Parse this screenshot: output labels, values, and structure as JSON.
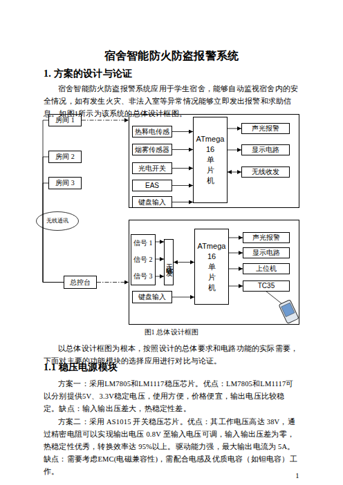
{
  "diagram": {
    "title": "宿舍智能防火防盗报警系统",
    "caption": "图1 总体设计框图",
    "nodes": [
      {
        "text": [
          "房间 1"
        ]
      },
      {
        "text": [
          "房间 2"
        ]
      },
      {
        "text": [
          "房间 3"
        ]
      },
      {
        "text": []
      },
      {
        "text": [
          "热释电传感"
        ],
        "in": 3
      },
      {
        "text": [
          "烟雾传感器"
        ],
        "in": 3
      },
      {
        "text": [
          "光电开关"
        ],
        "in": 3
      },
      {
        "text": [
          "EAS"
        ],
        "in": 3
      },
      {
        "text": [
          "键盘输入"
        ],
        "in": 3
      },
      {
        "text": [
          "ATmega 16 单 片 机"
        ],
        "in": 3
      },
      {
        "text": [
          "声光报警"
        ],
        "in": 3
      },
      {
        "text": [
          "显示电路"
        ],
        "in": 3
      },
      {
        "text": [
          "无线收发"
        ],
        "in": 3
      },
      {
        "text": [
          "无线通讯"
        ]
      },
      {
        "text": [
          "总控台"
        ]
      },
      {
        "text": []
      },
      {
        "text": [
          "信号 1",
          "信号 2",
          "信号 3"
        ],
        "in": 15
      },
      {
        "text": [
          "无线收发"
        ],
        "in": 15
      },
      {
        "text": [
          "ATmega 16 单 片 机"
        ],
        "in": 15
      },
      {
        "text": [
          "声光报警"
        ],
        "in": 15
      },
      {
        "text": [
          "显示电路"
        ],
        "in": 15
      },
      {
        "text": [
          "上位机"
        ],
        "in": 15
      },
      {
        "text": [
          "TC35"
        ],
        "in": 15
      },
      {
        "text": [
          "键盘输入"
        ],
        "in": 15
      }
    ],
    "edges": [
      {
        "from": 0,
        "to": 3,
        "arrow": "to"
      },
      {
        "from": 0,
        "to": 14,
        "arrow": "none"
      },
      {
        "from": 1,
        "to": 14,
        "arrow": "none"
      },
      {
        "from": 2,
        "to": 14,
        "arrow": "none"
      },
      {
        "from": 14,
        "to": 15,
        "arrow": "to"
      },
      {
        "from": 4,
        "to": 9,
        "arrow": "to"
      },
      {
        "from": 5,
        "to": 9,
        "arrow": "to"
      },
      {
        "from": 6,
        "to": 9,
        "arrow": "to"
      },
      {
        "from": 7,
        "to": 9,
        "arrow": "to"
      },
      {
        "from": 8,
        "to": 9,
        "arrow": "to"
      },
      {
        "from": 9,
        "to": 10,
        "arrow": "to"
      },
      {
        "from": 9,
        "to": 11,
        "arrow": "to"
      },
      {
        "from": 9,
        "to": 12,
        "arrow": "both"
      },
      {
        "from": 16,
        "to": 17,
        "arrow": "to"
      },
      {
        "from": 16,
        "to": 17,
        "arrow": "to"
      },
      {
        "from": 16,
        "to": 17,
        "arrow": "to"
      },
      {
        "from": 17,
        "to": 18,
        "arrow": "both"
      },
      {
        "from": 23,
        "to": 18,
        "arrow": "to"
      },
      {
        "from": 18,
        "to": 19,
        "arrow": "to"
      },
      {
        "from": 18,
        "to": 20,
        "arrow": "to"
      },
      {
        "from": 18,
        "to": 21,
        "arrow": "to"
      },
      {
        "from": 18,
        "to": 22,
        "arrow": "to"
      }
    ],
    "labels": [
      "1. 方案的设计与论证",
      "宿舍智能防火防盗报警系统应用于学生宿舍，能够自动监视宿舍内的安全情况，如有发生火灾、非法入室等异常情况能够立即发出报警和求助信息。如图1所示为该系统的总体设计框图。",
      "以总体设计框图为根本，按照设计的总体要求和电路功能的实际需要，下面对主要的功能模块的选择应用进行对比与论证。",
      "1.1 稳压电源模块",
      "方案一：采用LM7805和LM1117稳压芯片。优点：LM7805和LM1117可以分别提供5V、3.3V稳定电压，使用方便，价格便宜，输出电压比较稳定。缺点：输入输出压差大，热稳定性差。",
      "方案二：采用 AS1015 开关稳压芯片。优点：其工作电压高达 38V，通过精密电阻可以实现输出电压 0.8V 至输入电压可调，输入输出压差为零，热稳定性优秀，转换效率达 95%以上。驱动能力强，最大输出电流为 5A。缺点：需要考虑EMC(电磁兼容性)，需配合电感及优质电容（如钽电容）工作。",
      "1"
    ]
  }
}
